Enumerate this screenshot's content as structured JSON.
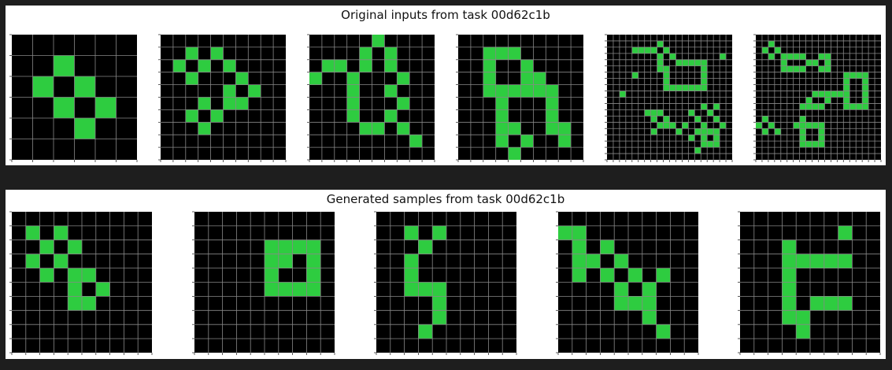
{
  "top_panel": {
    "title": "Original inputs from task 00d62c1b"
  },
  "bottom_panel": {
    "title": "Generated samples from task 00d62c1b"
  },
  "colors": {
    "background": "#000000",
    "fill": "#2ecc40",
    "gridline": "#888888",
    "panel": "#ffffff"
  },
  "chart_data": [
    {
      "type": "heatmap",
      "group": "original",
      "rows": 6,
      "cols": 6,
      "cells": [
        [
          1,
          2
        ],
        [
          2,
          1
        ],
        [
          2,
          3
        ],
        [
          3,
          2
        ],
        [
          3,
          4
        ],
        [
          4,
          3
        ]
      ]
    },
    {
      "type": "heatmap",
      "group": "original",
      "rows": 10,
      "cols": 10,
      "cells": [
        [
          1,
          2
        ],
        [
          1,
          4
        ],
        [
          2,
          1
        ],
        [
          2,
          3
        ],
        [
          2,
          5
        ],
        [
          3,
          2
        ],
        [
          3,
          6
        ],
        [
          4,
          5
        ],
        [
          4,
          7
        ],
        [
          5,
          3
        ],
        [
          5,
          5
        ],
        [
          5,
          6
        ],
        [
          6,
          2
        ],
        [
          6,
          4
        ],
        [
          7,
          3
        ]
      ]
    },
    {
      "type": "heatmap",
      "group": "original",
      "rows": 10,
      "cols": 10,
      "cells": [
        [
          0,
          5
        ],
        [
          1,
          4
        ],
        [
          1,
          6
        ],
        [
          2,
          1
        ],
        [
          2,
          2
        ],
        [
          2,
          4
        ],
        [
          2,
          6
        ],
        [
          3,
          0
        ],
        [
          3,
          3
        ],
        [
          3,
          7
        ],
        [
          4,
          3
        ],
        [
          4,
          6
        ],
        [
          5,
          3
        ],
        [
          5,
          7
        ],
        [
          6,
          3
        ],
        [
          6,
          6
        ],
        [
          7,
          4
        ],
        [
          7,
          5
        ],
        [
          7,
          7
        ],
        [
          8,
          8
        ]
      ]
    },
    {
      "type": "heatmap",
      "group": "original",
      "rows": 10,
      "cols": 10,
      "cells": [
        [
          1,
          2
        ],
        [
          1,
          3
        ],
        [
          1,
          4
        ],
        [
          2,
          2
        ],
        [
          2,
          5
        ],
        [
          3,
          2
        ],
        [
          3,
          5
        ],
        [
          3,
          6
        ],
        [
          4,
          2
        ],
        [
          4,
          3
        ],
        [
          4,
          4
        ],
        [
          4,
          5
        ],
        [
          4,
          6
        ],
        [
          4,
          7
        ],
        [
          5,
          3
        ],
        [
          5,
          7
        ],
        [
          6,
          3
        ],
        [
          6,
          7
        ],
        [
          7,
          3
        ],
        [
          7,
          4
        ],
        [
          7,
          7
        ],
        [
          7,
          8
        ],
        [
          8,
          3
        ],
        [
          8,
          5
        ],
        [
          8,
          8
        ],
        [
          9,
          4
        ]
      ]
    },
    {
      "type": "heatmap",
      "group": "original",
      "rows": 20,
      "cols": 20,
      "cells": [
        [
          1,
          8
        ],
        [
          2,
          4
        ],
        [
          2,
          5
        ],
        [
          2,
          6
        ],
        [
          2,
          7
        ],
        [
          2,
          9
        ],
        [
          3,
          8
        ],
        [
          3,
          10
        ],
        [
          3,
          18
        ],
        [
          4,
          8
        ],
        [
          4,
          11
        ],
        [
          4,
          12
        ],
        [
          4,
          13
        ],
        [
          4,
          14
        ],
        [
          4,
          15
        ],
        [
          5,
          8
        ],
        [
          5,
          9
        ],
        [
          5,
          15
        ],
        [
          6,
          4
        ],
        [
          6,
          9
        ],
        [
          6,
          15
        ],
        [
          7,
          9
        ],
        [
          7,
          15
        ],
        [
          8,
          9
        ],
        [
          8,
          10
        ],
        [
          8,
          11
        ],
        [
          8,
          12
        ],
        [
          8,
          13
        ],
        [
          8,
          14
        ],
        [
          8,
          15
        ],
        [
          9,
          2
        ],
        [
          11,
          15
        ],
        [
          11,
          17
        ],
        [
          12,
          6
        ],
        [
          12,
          7
        ],
        [
          12,
          8
        ],
        [
          12,
          13
        ],
        [
          12,
          16
        ],
        [
          13,
          7
        ],
        [
          13,
          9
        ],
        [
          13,
          14
        ],
        [
          13,
          17
        ],
        [
          14,
          8
        ],
        [
          14,
          9
        ],
        [
          14,
          10
        ],
        [
          14,
          12
        ],
        [
          14,
          15
        ],
        [
          14,
          18
        ],
        [
          15,
          7
        ],
        [
          15,
          11
        ],
        [
          15,
          14
        ],
        [
          15,
          15
        ],
        [
          15,
          16
        ],
        [
          15,
          17
        ],
        [
          16,
          13
        ],
        [
          16,
          15
        ],
        [
          16,
          17
        ],
        [
          17,
          15
        ],
        [
          17,
          16
        ],
        [
          17,
          17
        ],
        [
          18,
          14
        ]
      ]
    },
    {
      "type": "heatmap",
      "group": "original",
      "rows": 20,
      "cols": 20,
      "cells": [
        [
          1,
          2
        ],
        [
          2,
          1
        ],
        [
          2,
          3
        ],
        [
          3,
          2
        ],
        [
          3,
          4
        ],
        [
          3,
          5
        ],
        [
          3,
          6
        ],
        [
          3,
          7
        ],
        [
          3,
          10
        ],
        [
          3,
          11
        ],
        [
          4,
          4
        ],
        [
          4,
          8
        ],
        [
          4,
          9
        ],
        [
          4,
          11
        ],
        [
          5,
          4
        ],
        [
          5,
          5
        ],
        [
          5,
          6
        ],
        [
          5,
          7
        ],
        [
          5,
          10
        ],
        [
          5,
          11
        ],
        [
          6,
          14
        ],
        [
          6,
          15
        ],
        [
          6,
          16
        ],
        [
          6,
          17
        ],
        [
          7,
          14
        ],
        [
          7,
          17
        ],
        [
          8,
          14
        ],
        [
          8,
          17
        ],
        [
          9,
          9
        ],
        [
          9,
          10
        ],
        [
          9,
          11
        ],
        [
          9,
          12
        ],
        [
          9,
          13
        ],
        [
          9,
          14
        ],
        [
          9,
          17
        ],
        [
          10,
          8
        ],
        [
          10,
          11
        ],
        [
          10,
          14
        ],
        [
          10,
          17
        ],
        [
          11,
          7
        ],
        [
          11,
          8
        ],
        [
          11,
          9
        ],
        [
          11,
          10
        ],
        [
          11,
          14
        ],
        [
          11,
          15
        ],
        [
          11,
          16
        ],
        [
          11,
          17
        ],
        [
          13,
          1
        ],
        [
          13,
          7
        ],
        [
          14,
          0
        ],
        [
          14,
          2
        ],
        [
          14,
          6
        ],
        [
          14,
          7
        ],
        [
          14,
          8
        ],
        [
          14,
          9
        ],
        [
          14,
          10
        ],
        [
          15,
          1
        ],
        [
          15,
          3
        ],
        [
          15,
          7
        ],
        [
          15,
          10
        ],
        [
          16,
          7
        ],
        [
          16,
          10
        ],
        [
          17,
          7
        ],
        [
          17,
          8
        ],
        [
          17,
          9
        ],
        [
          17,
          10
        ]
      ]
    },
    {
      "type": "heatmap",
      "group": "generated",
      "rows": 10,
      "cols": 10,
      "cells": [
        [
          1,
          1
        ],
        [
          1,
          3
        ],
        [
          2,
          2
        ],
        [
          2,
          4
        ],
        [
          3,
          1
        ],
        [
          3,
          3
        ],
        [
          4,
          2
        ],
        [
          4,
          4
        ],
        [
          4,
          5
        ],
        [
          5,
          4
        ],
        [
          5,
          6
        ],
        [
          6,
          4
        ],
        [
          6,
          5
        ]
      ]
    },
    {
      "type": "heatmap",
      "group": "generated",
      "rows": 10,
      "cols": 10,
      "cells": [
        [
          2,
          5
        ],
        [
          2,
          6
        ],
        [
          2,
          7
        ],
        [
          2,
          8
        ],
        [
          3,
          5
        ],
        [
          3,
          6
        ],
        [
          3,
          8
        ],
        [
          4,
          5
        ],
        [
          4,
          8
        ],
        [
          5,
          5
        ],
        [
          5,
          6
        ],
        [
          5,
          7
        ],
        [
          5,
          8
        ]
      ]
    },
    {
      "type": "heatmap",
      "group": "generated",
      "rows": 10,
      "cols": 10,
      "cells": [
        [
          1,
          2
        ],
        [
          1,
          4
        ],
        [
          2,
          3
        ],
        [
          3,
          2
        ],
        [
          4,
          2
        ],
        [
          5,
          2
        ],
        [
          5,
          3
        ],
        [
          5,
          4
        ],
        [
          6,
          4
        ],
        [
          7,
          4
        ],
        [
          8,
          3
        ]
      ]
    },
    {
      "type": "heatmap",
      "group": "generated",
      "rows": 10,
      "cols": 10,
      "cells": [
        [
          1,
          0
        ],
        [
          1,
          1
        ],
        [
          2,
          1
        ],
        [
          2,
          3
        ],
        [
          3,
          1
        ],
        [
          3,
          2
        ],
        [
          3,
          4
        ],
        [
          4,
          1
        ],
        [
          4,
          3
        ],
        [
          4,
          5
        ],
        [
          4,
          7
        ],
        [
          5,
          4
        ],
        [
          5,
          6
        ],
        [
          6,
          4
        ],
        [
          6,
          5
        ],
        [
          6,
          6
        ],
        [
          7,
          6
        ],
        [
          8,
          7
        ]
      ]
    },
    {
      "type": "heatmap",
      "group": "generated",
      "rows": 10,
      "cols": 10,
      "cells": [
        [
          1,
          7
        ],
        [
          2,
          3
        ],
        [
          3,
          3
        ],
        [
          3,
          4
        ],
        [
          3,
          5
        ],
        [
          3,
          6
        ],
        [
          3,
          7
        ],
        [
          4,
          3
        ],
        [
          5,
          3
        ],
        [
          6,
          3
        ],
        [
          6,
          5
        ],
        [
          6,
          6
        ],
        [
          6,
          7
        ],
        [
          7,
          3
        ],
        [
          7,
          4
        ],
        [
          8,
          4
        ]
      ]
    }
  ]
}
